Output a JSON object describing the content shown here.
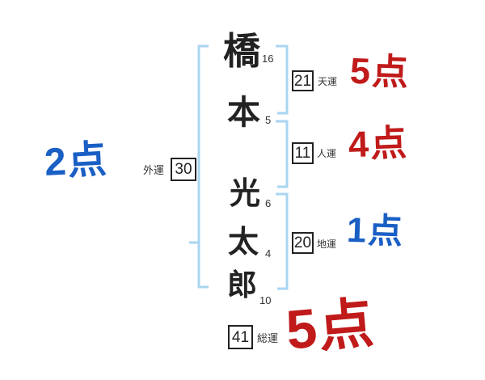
{
  "diagram": {
    "name": {
      "chars": [
        {
          "char": "橋",
          "strokes": "16"
        },
        {
          "char": "本",
          "strokes": "5"
        },
        {
          "char": "光",
          "strokes": "6"
        },
        {
          "char": "太",
          "strokes": "4"
        },
        {
          "char": "郎",
          "strokes": "10"
        }
      ]
    },
    "fortunes": {
      "outer": {
        "label": "外運",
        "value": "30",
        "score": "2点",
        "score_color": "blue"
      },
      "heaven": {
        "label": "天運",
        "value": "21",
        "score": "5点",
        "score_color": "red"
      },
      "person": {
        "label": "人運",
        "value": "11",
        "score": "4点",
        "score_color": "red"
      },
      "earth": {
        "label": "地運",
        "value": "20",
        "score": "1点",
        "score_color": "blue"
      },
      "total": {
        "label": "総運",
        "value": "41",
        "score": "5点",
        "score_color": "red"
      }
    },
    "colors": {
      "bracket": "#a9d5f2",
      "blue": "#1a5fc4",
      "red": "#c01a1a",
      "ink": "#222222"
    }
  }
}
